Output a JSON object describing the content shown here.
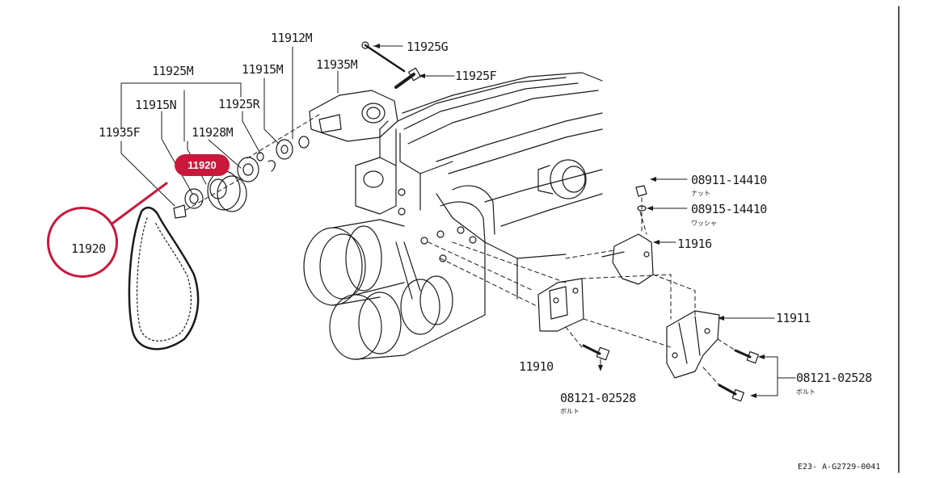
{
  "colors": {
    "accent": "#c8193c",
    "ink": "#1a1a1a"
  },
  "highlight": {
    "badge_label": "11920",
    "circle_label": "11920"
  },
  "labels": {
    "p11912M": "11912M",
    "p11925G": "11925G",
    "p11925M": "11925M",
    "p11915M": "11915M",
    "p11935M": "11935M",
    "p11925F": "11925F",
    "p11915N": "11915N",
    "p11925R": "11925R",
    "p11935F": "11935F",
    "p11928M": "11928M",
    "p08911": "08911-14410",
    "p08915": "08915-14410",
    "p11916": "11916",
    "p11911": "11911",
    "p11910": "11910",
    "p08121_right": "08121-02528",
    "p08121_bottom": "08121-02528"
  },
  "japanese": {
    "nut": "ナット",
    "washer": "ワッシャ",
    "bolt_right": "ボルト",
    "bolt_bottom": "ボルト"
  },
  "reference_code": "E23- A-G2729-0041"
}
